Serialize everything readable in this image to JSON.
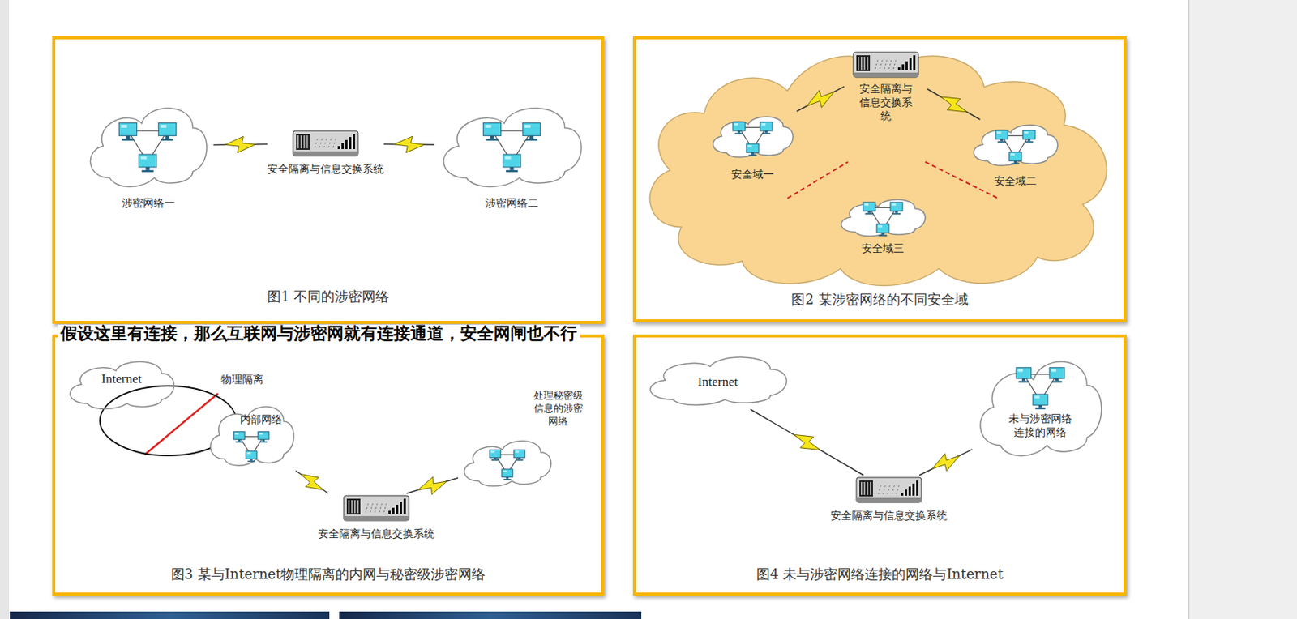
{
  "diagram": {
    "nodes": [
      {
        "text": [
          "图1 不同的涉密网络"
        ]
      },
      {
        "text": [
          "涉密网络一"
        ],
        "in": 0
      },
      {
        "text": [
          "安全隔离与信息交换系统"
        ],
        "in": 0
      },
      {
        "text": [
          "涉密网络二"
        ],
        "in": 0
      },
      {
        "text": [
          "图2 某涉密网络的不同安全域"
        ]
      },
      {
        "text": [
          "安全隔离与信息交换系统"
        ],
        "in": 4
      },
      {
        "text": [
          "安全域一"
        ],
        "in": 4
      },
      {
        "text": [
          "安全域二"
        ],
        "in": 4
      },
      {
        "text": [
          "安全域三"
        ],
        "in": 4
      },
      {
        "text": [
          "图3 某与Internet物理隔离的内网与秘密级涉密网络"
        ]
      },
      {
        "text": [
          "Internet"
        ],
        "in": 9
      },
      {
        "text": [
          "内部网络"
        ],
        "in": 9
      },
      {
        "text": [
          "安全隔离与信息交换系统"
        ],
        "in": 9
      },
      {
        "text": [
          "处理秘密级信息的涉密网络"
        ],
        "in": 9
      },
      {
        "text": [
          "图4 未与涉密网络连接的网络与Internet"
        ]
      },
      {
        "text": [
          "Internet"
        ],
        "in": 14
      },
      {
        "text": [
          "安全隔离与信息交换系统"
        ],
        "in": 14
      },
      {
        "text": [
          "未与涉密网络连接的网络"
        ],
        "in": 14
      }
    ],
    "edges": [
      {
        "from": 1,
        "to": 2,
        "arrow": "none"
      },
      {
        "from": 2,
        "to": 3,
        "arrow": "none"
      },
      {
        "from": 6,
        "to": 5,
        "arrow": "none"
      },
      {
        "from": 5,
        "to": 7,
        "arrow": "none"
      },
      {
        "from": 11,
        "to": 12,
        "arrow": "none"
      },
      {
        "from": 12,
        "to": 13,
        "arrow": "none"
      },
      {
        "from": 15,
        "to": 16,
        "arrow": "none"
      },
      {
        "from": 16,
        "to": 17,
        "arrow": "none"
      }
    ],
    "labels": [
      "假设这里有连接，那么互联网与涉密网就有连接通道，安全网闸也不行",
      "物理隔离"
    ]
  }
}
